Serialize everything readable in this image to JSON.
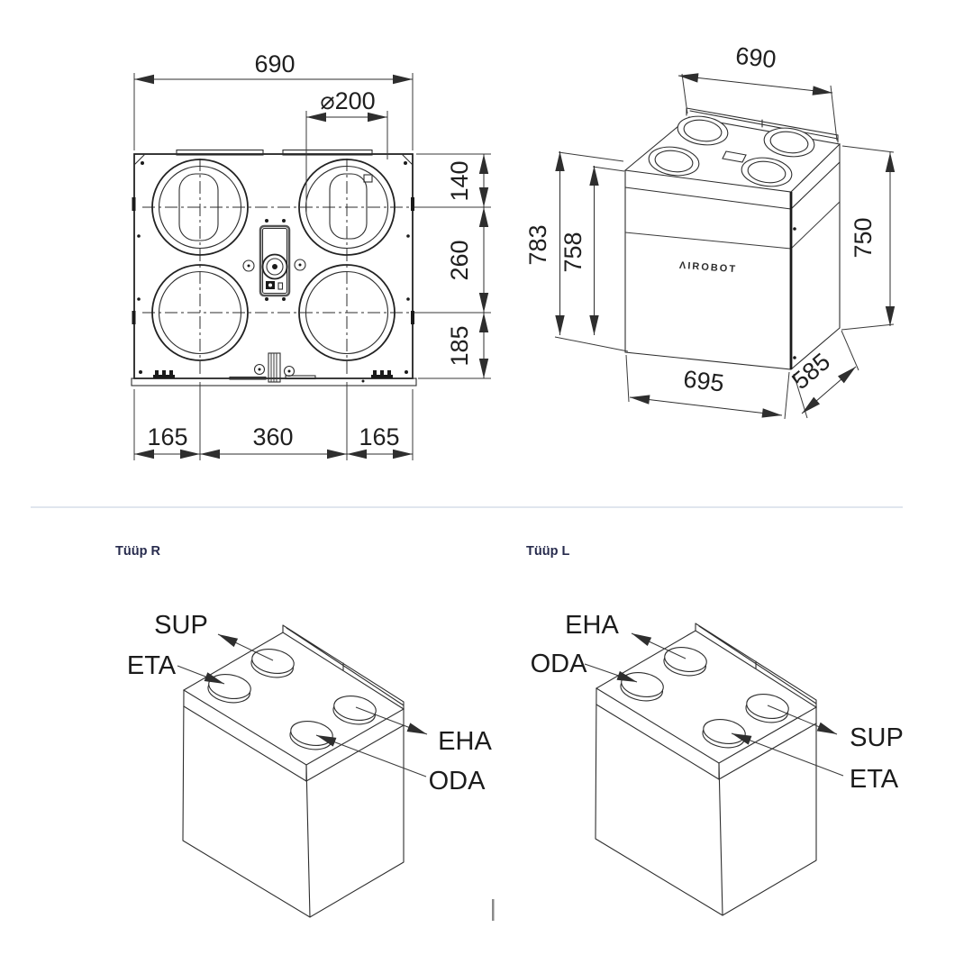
{
  "top_view": {
    "dim_width": "690",
    "dim_diameter": "⌀200",
    "dim_right_top": "140",
    "dim_right_mid": "260",
    "dim_right_bottom": "185",
    "dim_bottom_left": "165",
    "dim_bottom_mid": "360",
    "dim_bottom_right": "165"
  },
  "iso_view": {
    "dim_top": "690",
    "dim_left_outer": "783",
    "dim_left_inner": "758",
    "dim_right": "750",
    "dim_bottom": "695",
    "dim_depth": "585",
    "brand": "ΛIROBOT"
  },
  "type_r": {
    "label": "Tüüp R",
    "port_back": "SUP",
    "port_left": "ETA",
    "port_right": "EHA",
    "port_front": "ODA"
  },
  "type_l": {
    "label": "Tüüp L",
    "port_back": "EHA",
    "port_left": "ODA",
    "port_right": "SUP",
    "port_front": "ETA"
  },
  "colors": {
    "line": "#2e2e2e",
    "section_label": "#272b4d",
    "separator": "#dbe3ec"
  }
}
